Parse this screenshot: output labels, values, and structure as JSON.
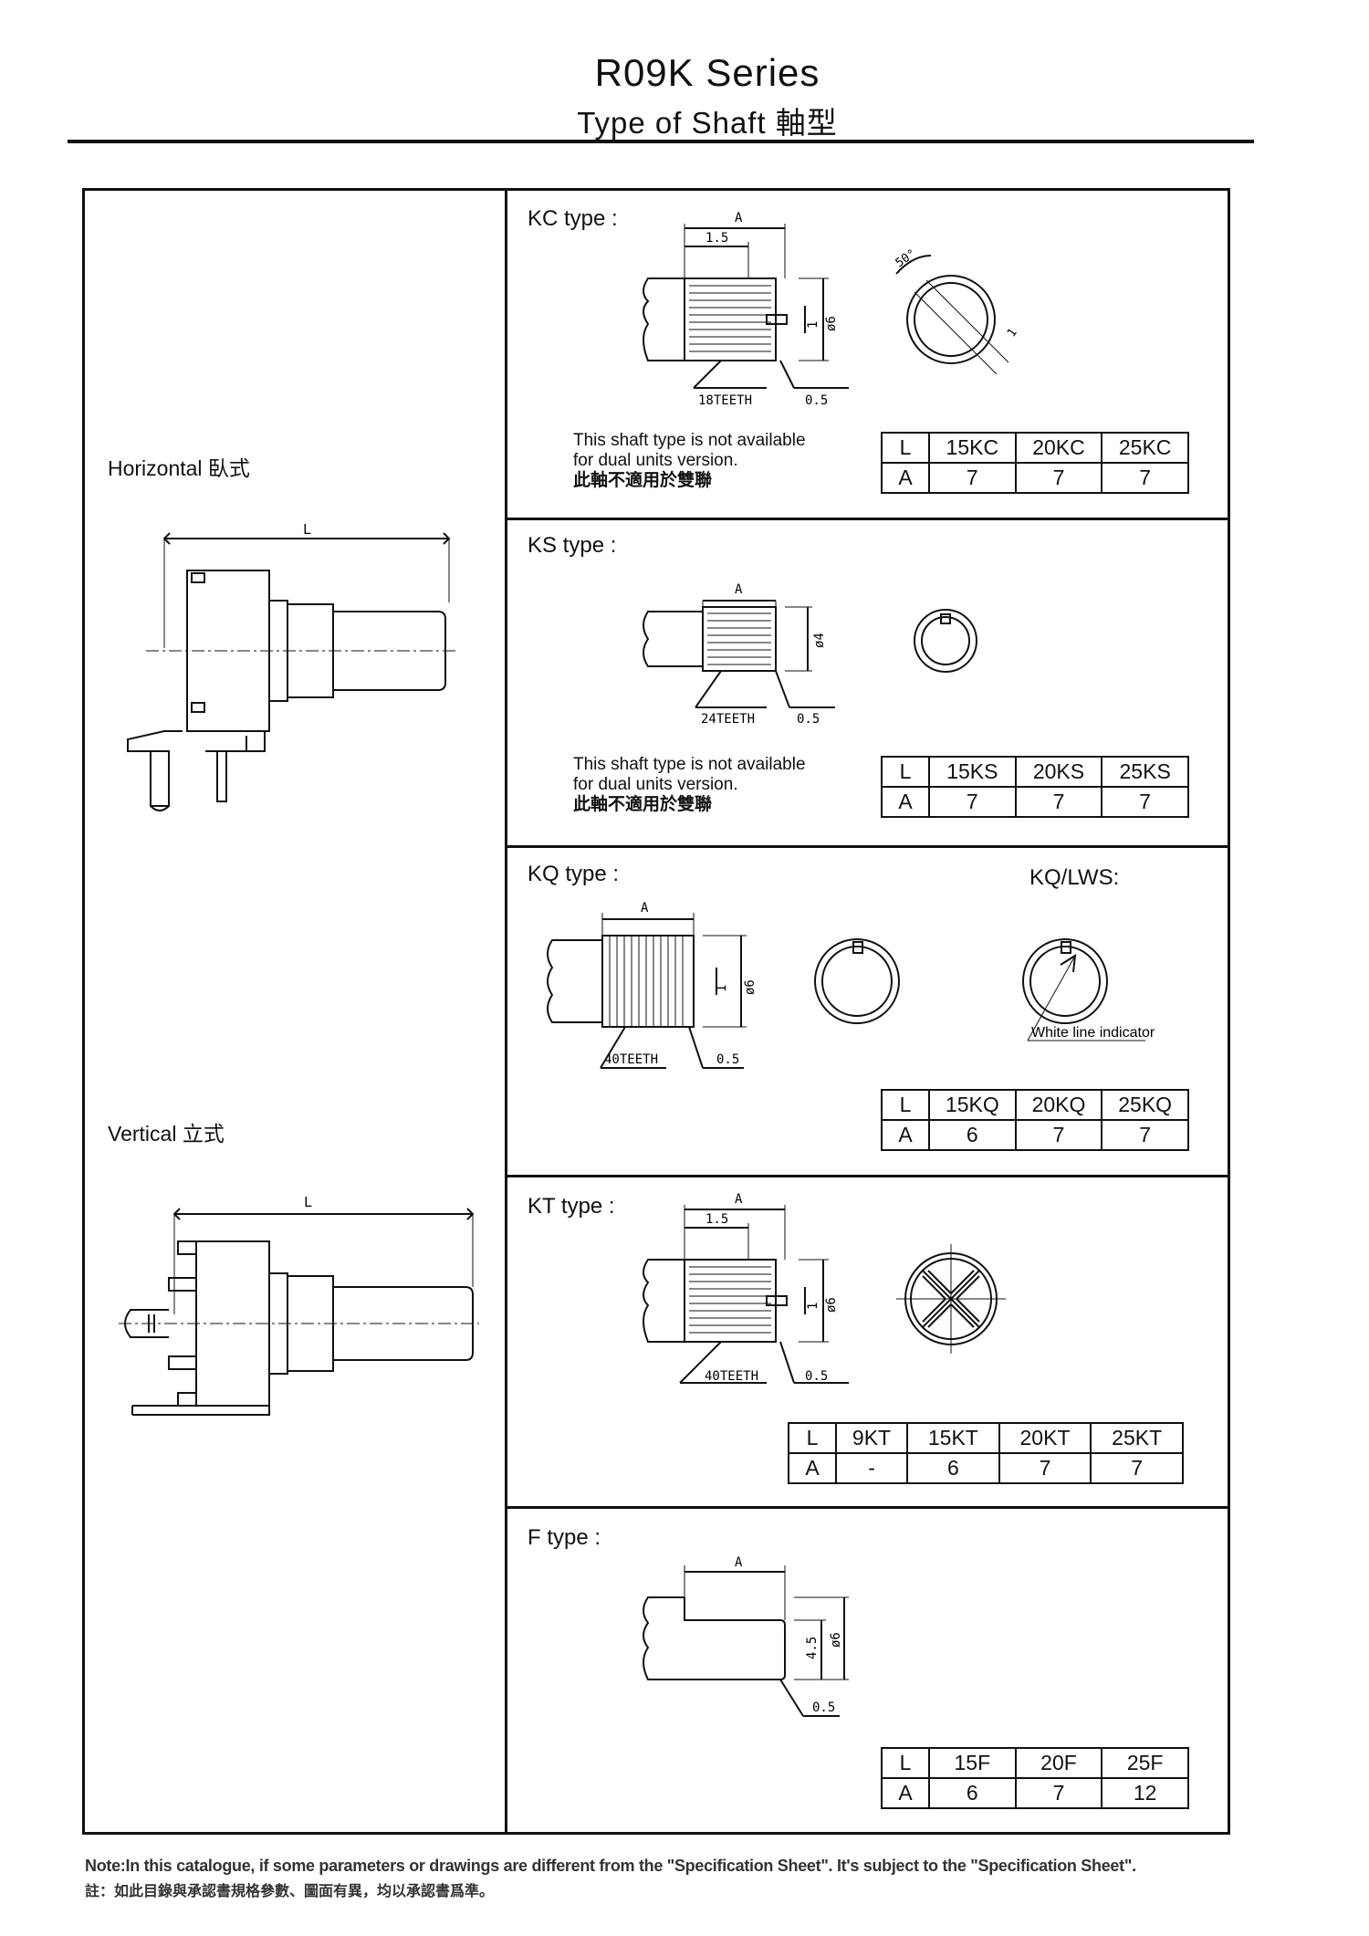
{
  "header": {
    "title": "R09K Series",
    "subtitle": "Type of Shaft 軸型"
  },
  "left": {
    "horizontal_label": "Horizontal 臥式",
    "vertical_label": "Vertical 立式",
    "dim_L": "L"
  },
  "dims": {
    "A": "A",
    "d15": "1.5",
    "d1": "1",
    "d05": "0.5",
    "phi6": "ø6",
    "phi4": "ø4",
    "d45": "4.5",
    "deg50": "50°"
  },
  "sections": {
    "kc": {
      "label": "KC type :",
      "teeth": "18TEETH",
      "note_line1": "This shaft type is not available",
      "note_line2": "for dual units version.",
      "note_cn": "此軸不適用於雙聯",
      "table": {
        "row1": [
          "L",
          "15KC",
          "20KC",
          "25KC"
        ],
        "row2": [
          "A",
          "7",
          "7",
          "7"
        ]
      }
    },
    "ks": {
      "label": "KS type :",
      "teeth": "24TEETH",
      "note_line1": "This shaft type is not available",
      "note_line2": "for dual units version.",
      "note_cn": "此軸不適用於雙聯",
      "table": {
        "row1": [
          "L",
          "15KS",
          "20KS",
          "25KS"
        ],
        "row2": [
          "A",
          "7",
          "7",
          "7"
        ]
      }
    },
    "kq": {
      "label": "KQ type :",
      "lws_label": "KQ/LWS:",
      "teeth": "40TEETH",
      "indicator": "White line indicator",
      "table": {
        "row1": [
          "L",
          "15KQ",
          "20KQ",
          "25KQ"
        ],
        "row2": [
          "A",
          "6",
          "7",
          "7"
        ]
      }
    },
    "kt": {
      "label": "KT type :",
      "teeth": "40TEETH",
      "table": {
        "row1": [
          "L",
          "9KT",
          "15KT",
          "20KT",
          "25KT"
        ],
        "row2": [
          "A",
          "-",
          "6",
          "7",
          "7"
        ]
      }
    },
    "f": {
      "label": "F type :",
      "table": {
        "row1": [
          "L",
          "15F",
          "20F",
          "25F"
        ],
        "row2": [
          "A",
          "6",
          "7",
          "12"
        ]
      }
    }
  },
  "footer": {
    "note_en": "Note:In this catalogue, if some parameters or drawings are different from the \"Specification Sheet\". It's subject to the \"Specification Sheet\".",
    "note_cn": "註：如此目錄與承認書規格參數、圖面有異，均以承認書爲準。"
  }
}
